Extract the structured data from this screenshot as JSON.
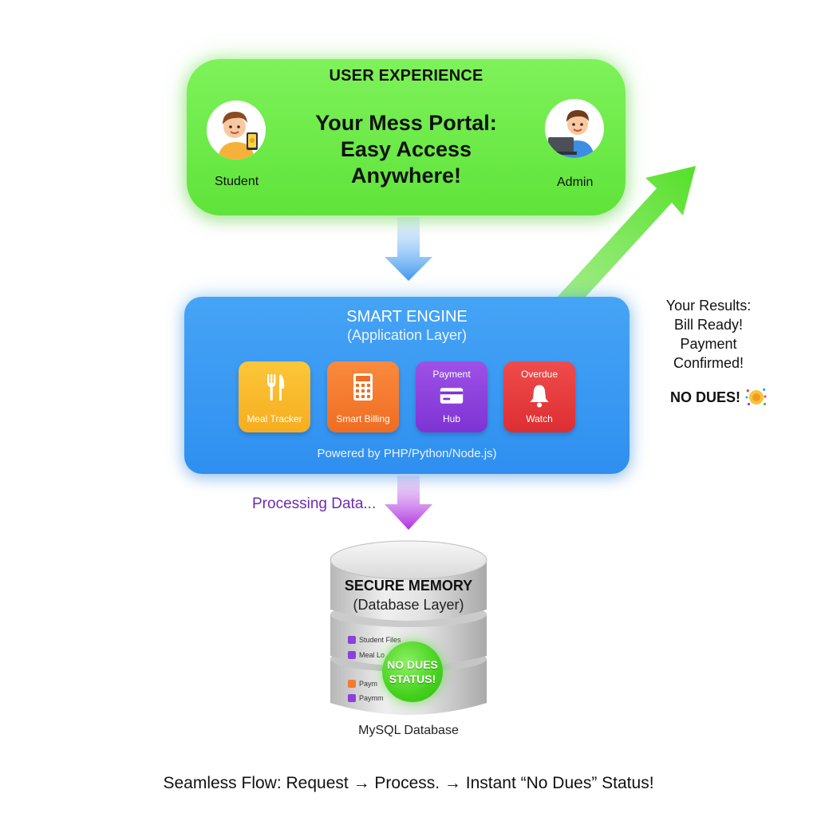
{
  "user_experience": {
    "title": "USER EXPERIENCE",
    "headline_line1": "Your Mess Portal:",
    "headline_line2": "Easy Access",
    "headline_line3": "Anywhere!",
    "student_label": "Student",
    "admin_label": "Admin"
  },
  "engine": {
    "title": "SMART ENGINE",
    "subtitle": "(Application Layer)",
    "modules": [
      {
        "label": "Meal Tracker",
        "icon": "fork-knife-icon"
      },
      {
        "label": "Smart Billing",
        "icon": "calculator-icon"
      },
      {
        "label_top": "Payment",
        "label_bottom": "Hub",
        "icon": "credit-card-icon"
      },
      {
        "label_top": "Overdue",
        "label_bottom": "Watch",
        "icon": "bell-icon"
      }
    ],
    "footer": "Powered by PHP/Python/Node.js)"
  },
  "processing": "Processing Data...",
  "database": {
    "title": "SECURE MEMORY",
    "subtitle": "(Database Layer)",
    "rows": [
      "Student Files",
      "Meal Lo",
      "Paym",
      "Paymm"
    ],
    "badge_line1": "NO DUES",
    "badge_line2": "STATUS!",
    "caption": "MySQL Database"
  },
  "results": {
    "line1": "Your Results:",
    "line2": "Bill Ready!",
    "line3": "Payment",
    "line4": "Confirmed!",
    "no_dues": "NO DUES!",
    "icon": "party-popper-icon"
  },
  "footer": "Seamless Flow: Request → Process. → Instant “No Dues” Status!",
  "colors": {
    "ux_green": "#6ce848",
    "engine_blue": "#3a98f2",
    "meal": "#f9b92a",
    "billing": "#f47a2e",
    "payment": "#8b40dc",
    "overdue": "#e43b3e",
    "processing_purple": "#6c2bb0",
    "badge_green": "#45d21e"
  }
}
